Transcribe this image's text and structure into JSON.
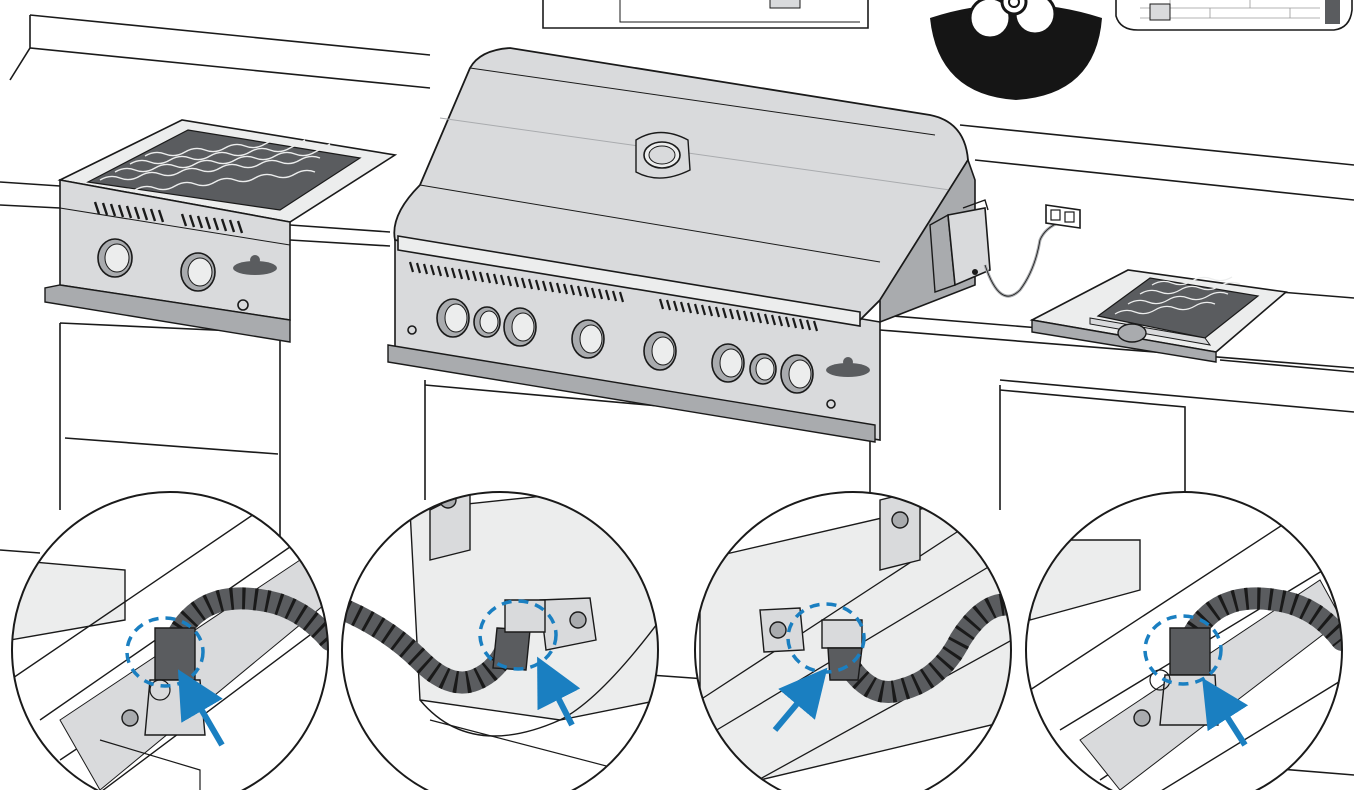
{
  "colors": {
    "line": "#1a1a1a",
    "steel": "#d9dadc",
    "steel_light": "#eceded",
    "steel_dark": "#a9abae",
    "grate": "#5a5c5f",
    "callout_blue": "#1a7fc1",
    "bowl": "#151515",
    "counter": "#ffffff"
  },
  "icons": {
    "side_burner": "side-burner-icon",
    "main_grill": "main-grill-icon",
    "rear_burner_unit": "rotisserie-motor-icon",
    "outlet": "electrical-outlet-icon",
    "infrared_burner": "infrared-side-burner-icon",
    "soap_bowl": "soapy-water-bowl-icon",
    "leak_check_detail": "magnified-fitting-icon",
    "arrow": "blue-arrow-icon"
  },
  "details": [
    {
      "label": "",
      "view": "left-side-burner-connection"
    },
    {
      "label": "",
      "view": "grill-left-connection"
    },
    {
      "label": "",
      "view": "grill-right-connection"
    },
    {
      "label": "",
      "view": "right-side-burner-connection"
    }
  ]
}
